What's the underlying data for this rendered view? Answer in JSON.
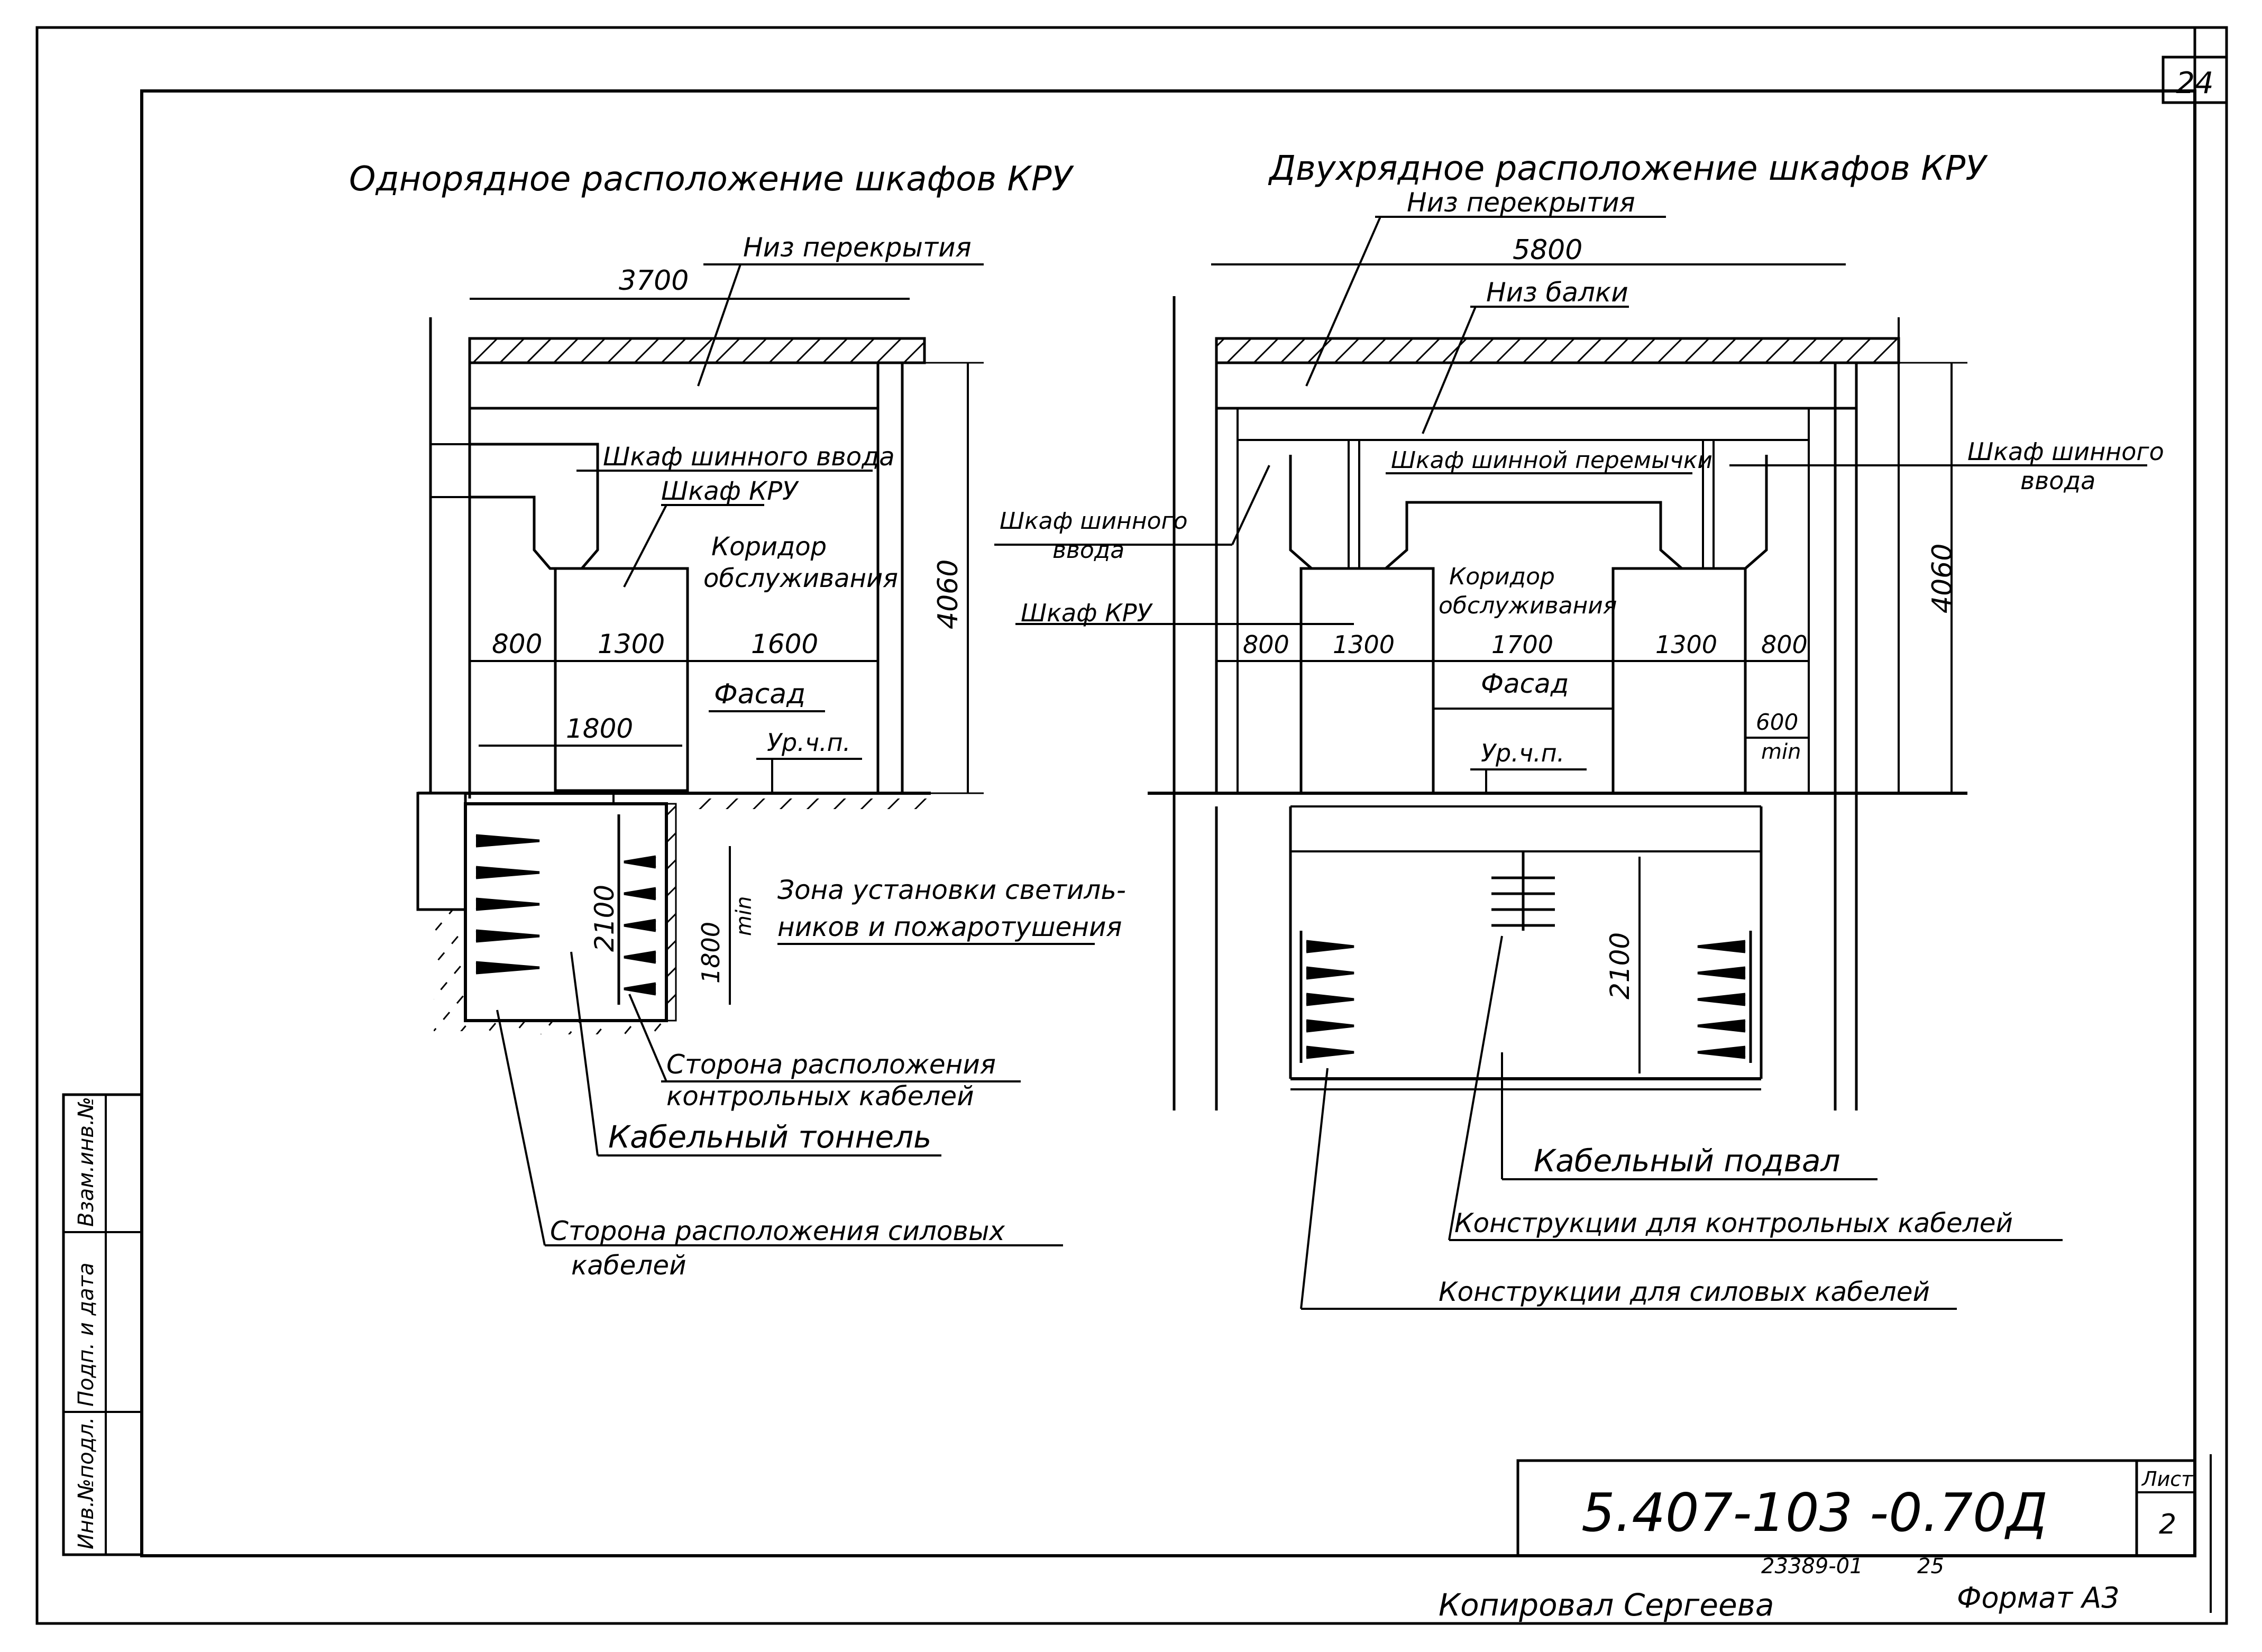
{
  "sheet": {
    "page_number": "24",
    "document_code": "5.407-103 -0.70Д",
    "sheet_label": "Лист",
    "sheet_number": "2",
    "order_number": "23389-01",
    "order_page": "25",
    "copied_by": "Копировал  Сергеева",
    "format": "Формат А3",
    "stamp": {
      "inv_orig": "Инв.№подл.",
      "sign_date": "Подп. и дата",
      "inv_replace": "Взам.инв.№"
    }
  },
  "left_view": {
    "title": "Однорядное расположение шкафов КРУ",
    "floor_underside": "Низ перекрытия",
    "width_total": "3700",
    "height": "4060",
    "bus_entry_cabinet": "Шкаф шинного ввода",
    "kru_cabinet": "Шкаф КРУ",
    "corridor": [
      "Коридор",
      "обслуживания"
    ],
    "dims_row": [
      "800",
      "1300",
      "1600"
    ],
    "facade": "Фасад",
    "dim_1800": "1800",
    "floor_level": "Ур.ч.п.",
    "tunnel_height": "2100",
    "tunnel_min": "1800",
    "tunnel_min_suffix": "min",
    "lighting_zone": [
      "Зона установки светиль-",
      "ников и пожаротушения"
    ],
    "control_cables_side": [
      "Сторона расположения",
      "контрольных кабелей"
    ],
    "cable_tunnel": "Кабельный тоннель",
    "power_cables_side": [
      "Сторона расположения силовых",
      "кабелей"
    ]
  },
  "right_view": {
    "title": "Двухрядное расположение шкафов КРУ",
    "floor_underside": "Низ перекрытия",
    "width_total": "5800",
    "beam_underside": "Низ балки",
    "bus_bridge_cabinet": "Шкаф шинной перемычки",
    "bus_entry_cabinet_right": [
      "Шкаф шинного",
      "ввода"
    ],
    "bus_entry_cabinet_left": [
      "Шкаф шинного",
      "ввода"
    ],
    "kru_cabinet": "Шкаф КРУ",
    "corridor": [
      "Коридор",
      "обслуживания"
    ],
    "height": "4060",
    "dims_row": [
      "800",
      "1300",
      "1700",
      "1300",
      "800"
    ],
    "facade": "Фасад",
    "dim_600": "600",
    "dim_min": "min",
    "floor_level": "Ур.ч.п.",
    "cellar_height": "2100",
    "cable_cellar": "Кабельный подвал",
    "control_structures": "Конструкции для контрольных кабелей",
    "power_structures": "Конструкции для силовых кабелей"
  }
}
